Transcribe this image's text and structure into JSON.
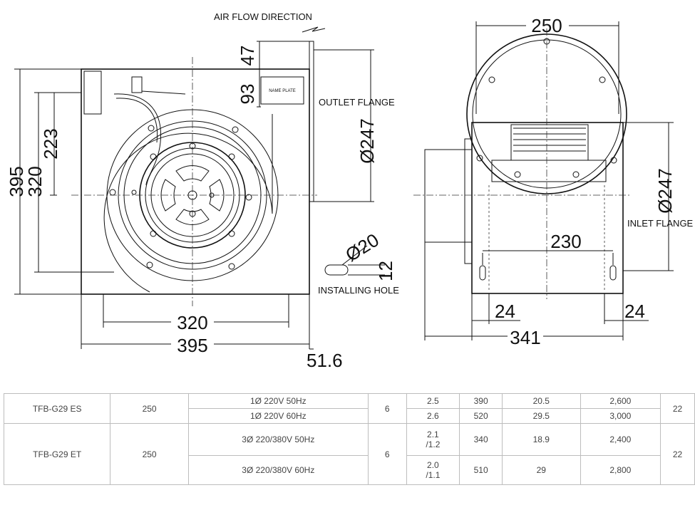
{
  "labels": {
    "air_flow": "AIR FLOW DIRECTION",
    "outlet_flange": "OUTLET FLANGE",
    "inlet_flange": "INLET FLANGE",
    "installing_hole": "INSTALLING HOLE",
    "name_plate": "NAME PLATE"
  },
  "front_dims": {
    "d47": "47",
    "d93": "93",
    "d223": "223",
    "d320v": "320",
    "d395v": "395",
    "d247": "Ø247",
    "d20": "Ø20",
    "d12": "12",
    "d320h": "320",
    "d395h": "395",
    "d51_6": "51.6"
  },
  "side_dims": {
    "d250": "250",
    "d247": "Ø247",
    "d230": "230",
    "d24a": "24",
    "d24b": "24",
    "d341": "341"
  },
  "table": {
    "row1": {
      "model": "TFB-G29 ES",
      "size": "250",
      "poles": "6",
      "last": "22",
      "power_a": "1Ø 220V 50Hz",
      "amp_a": "2.5",
      "w_a": "390",
      "m_a": "20.5",
      "rpm_a": "2,600",
      "power_b": "1Ø 220V 60Hz",
      "amp_b": "2.6",
      "w_b": "520",
      "m_b": "29.5",
      "rpm_b": "3,000"
    },
    "row2": {
      "model": "TFB-G29 ET",
      "size": "250",
      "poles": "6",
      "last": "22",
      "power_a": "3Ø 220/380V 50Hz",
      "amp_a1": "2.1",
      "amp_a2": "/1.2",
      "w_a": "340",
      "m_a": "18.9",
      "rpm_a": "2,400",
      "power_b": "3Ø 220/380V 60Hz",
      "amp_b1": "2.0",
      "amp_b2": "/1.1",
      "w_b": "510",
      "m_b": "29",
      "rpm_b": "2,800"
    }
  }
}
